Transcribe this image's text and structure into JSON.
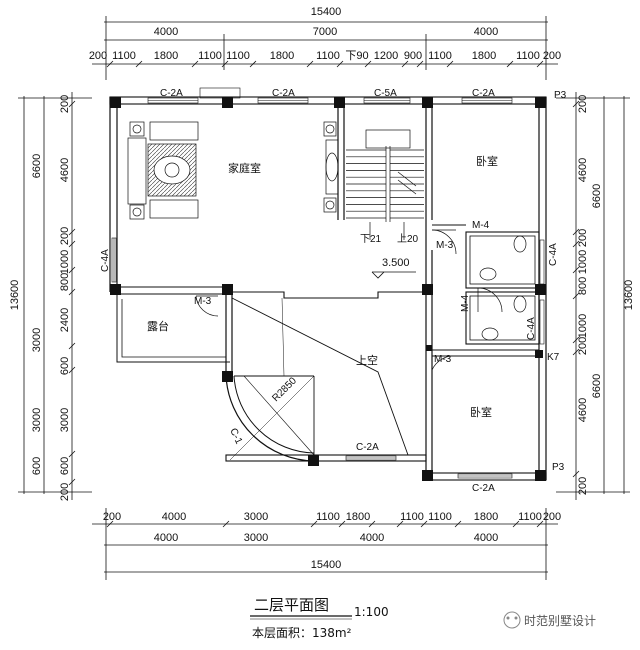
{
  "dims": {
    "top_total": "15400",
    "top_mid": [
      "4000",
      "7000",
      "4000"
    ],
    "top_inner": [
      "200",
      "1100",
      "1800",
      "1100",
      "1100",
      "1800",
      "1100",
      "下90",
      "1200",
      "900",
      "1100",
      "1800",
      "1100",
      "200"
    ],
    "bottom_inner": [
      "200",
      "4000",
      "3000",
      "1100",
      "1800",
      "1100",
      "1100",
      "1800",
      "1100",
      "200"
    ],
    "bottom_mid": [
      "4000",
      "3000",
      "4000",
      "4000"
    ],
    "bottom_total": "15400",
    "left_total": "13600",
    "left_mid": [
      "6600",
      "3000",
      "3000",
      "600"
    ],
    "left_inner": [
      "200",
      "4600",
      "200",
      "1000",
      "800",
      "2400",
      "600",
      "3000",
      "600",
      "200"
    ],
    "right_total": "13600",
    "right_mid": [
      "6600",
      "6600"
    ],
    "right_inner": [
      "200",
      "4600",
      "200",
      "1000",
      "800",
      "1000",
      "200",
      "4600",
      "200"
    ]
  },
  "rooms": {
    "family": "家庭室",
    "bedroom_top": "卧室",
    "bedroom_bottom": "卧室",
    "terrace": "露台",
    "void": "上空",
    "stair_down": "下21",
    "stair_up": "上20",
    "level": "3.500",
    "radius": "R2850"
  },
  "tags": {
    "c2a_1": "C-2A",
    "c2a_2": "C-2A",
    "c5a": "C-5A",
    "c2a_3": "C-2A",
    "c4a_left": "C-4A",
    "c4a_right1": "C-4A",
    "c4a_right2": "C-4A",
    "c2a_bottom_mid": "C-2A",
    "c2a_bottom_right": "C-2A",
    "c1": "C-1",
    "m3_a": "M-3",
    "m3_b": "M-3",
    "m3_c": "M-3",
    "m4_a": "M-4",
    "m4_b": "M-4",
    "p3_top": "P3",
    "p3_bottom": "P3",
    "k7": "K7"
  },
  "footer": {
    "title": "二层平面图",
    "scale": "1:100",
    "area_label": "本层面积：138m²",
    "watermark": "时范别墅设计"
  }
}
